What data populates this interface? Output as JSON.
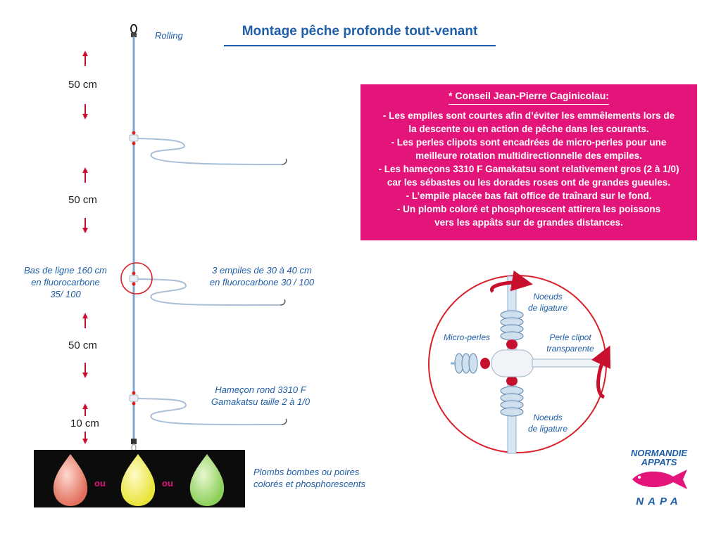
{
  "title": "Montage pêche profonde tout-venant",
  "labels": {
    "rolling": "Rolling",
    "bas_de_ligne": [
      "Bas de ligne 160 cm",
      "en fluorocarbone",
      "35/ 100"
    ],
    "empiles": [
      "3 empiles de 30 à 40 cm",
      "en fluorocarbone 30 / 100"
    ],
    "hamecon": [
      "Hameçon rond 3310 F",
      "Gamakatsu taille 2 à 1/0"
    ],
    "plombs": [
      "Plombs bombes ou poires",
      "colorés et phosphorescents"
    ],
    "ou": "ou"
  },
  "distances": [
    "50 cm",
    "50 cm",
    "50 cm",
    "10 cm"
  ],
  "conseil": {
    "title": "* Conseil Jean-Pierre Caginicolau:",
    "lines": [
      "- Les empiles sont courtes afin d’éviter les emmêlements lors de",
      "la descente ou en action de pêche dans les courants.",
      "- Les perles clipots sont encadrées de micro-perles pour une",
      "meilleure rotation multidirectionnelle des empiles.",
      "- Les hameçons 3310 F Gamakatsu sont relativement gros (2 à 1/0)",
      "car les sébastes ou les dorades roses ont de grandes gueules.",
      "- L’empile placée bas fait office de traînard sur le fond.",
      "- Un plomb coloré et phosphorescent attirera les poissons",
      "vers les appâts sur de grandes distances."
    ]
  },
  "detail": {
    "noeuds_top": [
      "Noeuds",
      "de ligature"
    ],
    "micro_perles": "Micro-perles",
    "perle_clipot": [
      "Perle clipot",
      "transparente"
    ],
    "noeuds_bottom": [
      "Noeuds",
      "de ligature"
    ]
  },
  "logo": {
    "line1": "NORMANDIE",
    "line2": "APPATS",
    "line3": "NAPA"
  },
  "colors": {
    "title_blue": "#1f5fa8",
    "accent_pink": "#e3147a",
    "arrow_red": "#c8102e",
    "line_blue": "#7fa8cc"
  }
}
